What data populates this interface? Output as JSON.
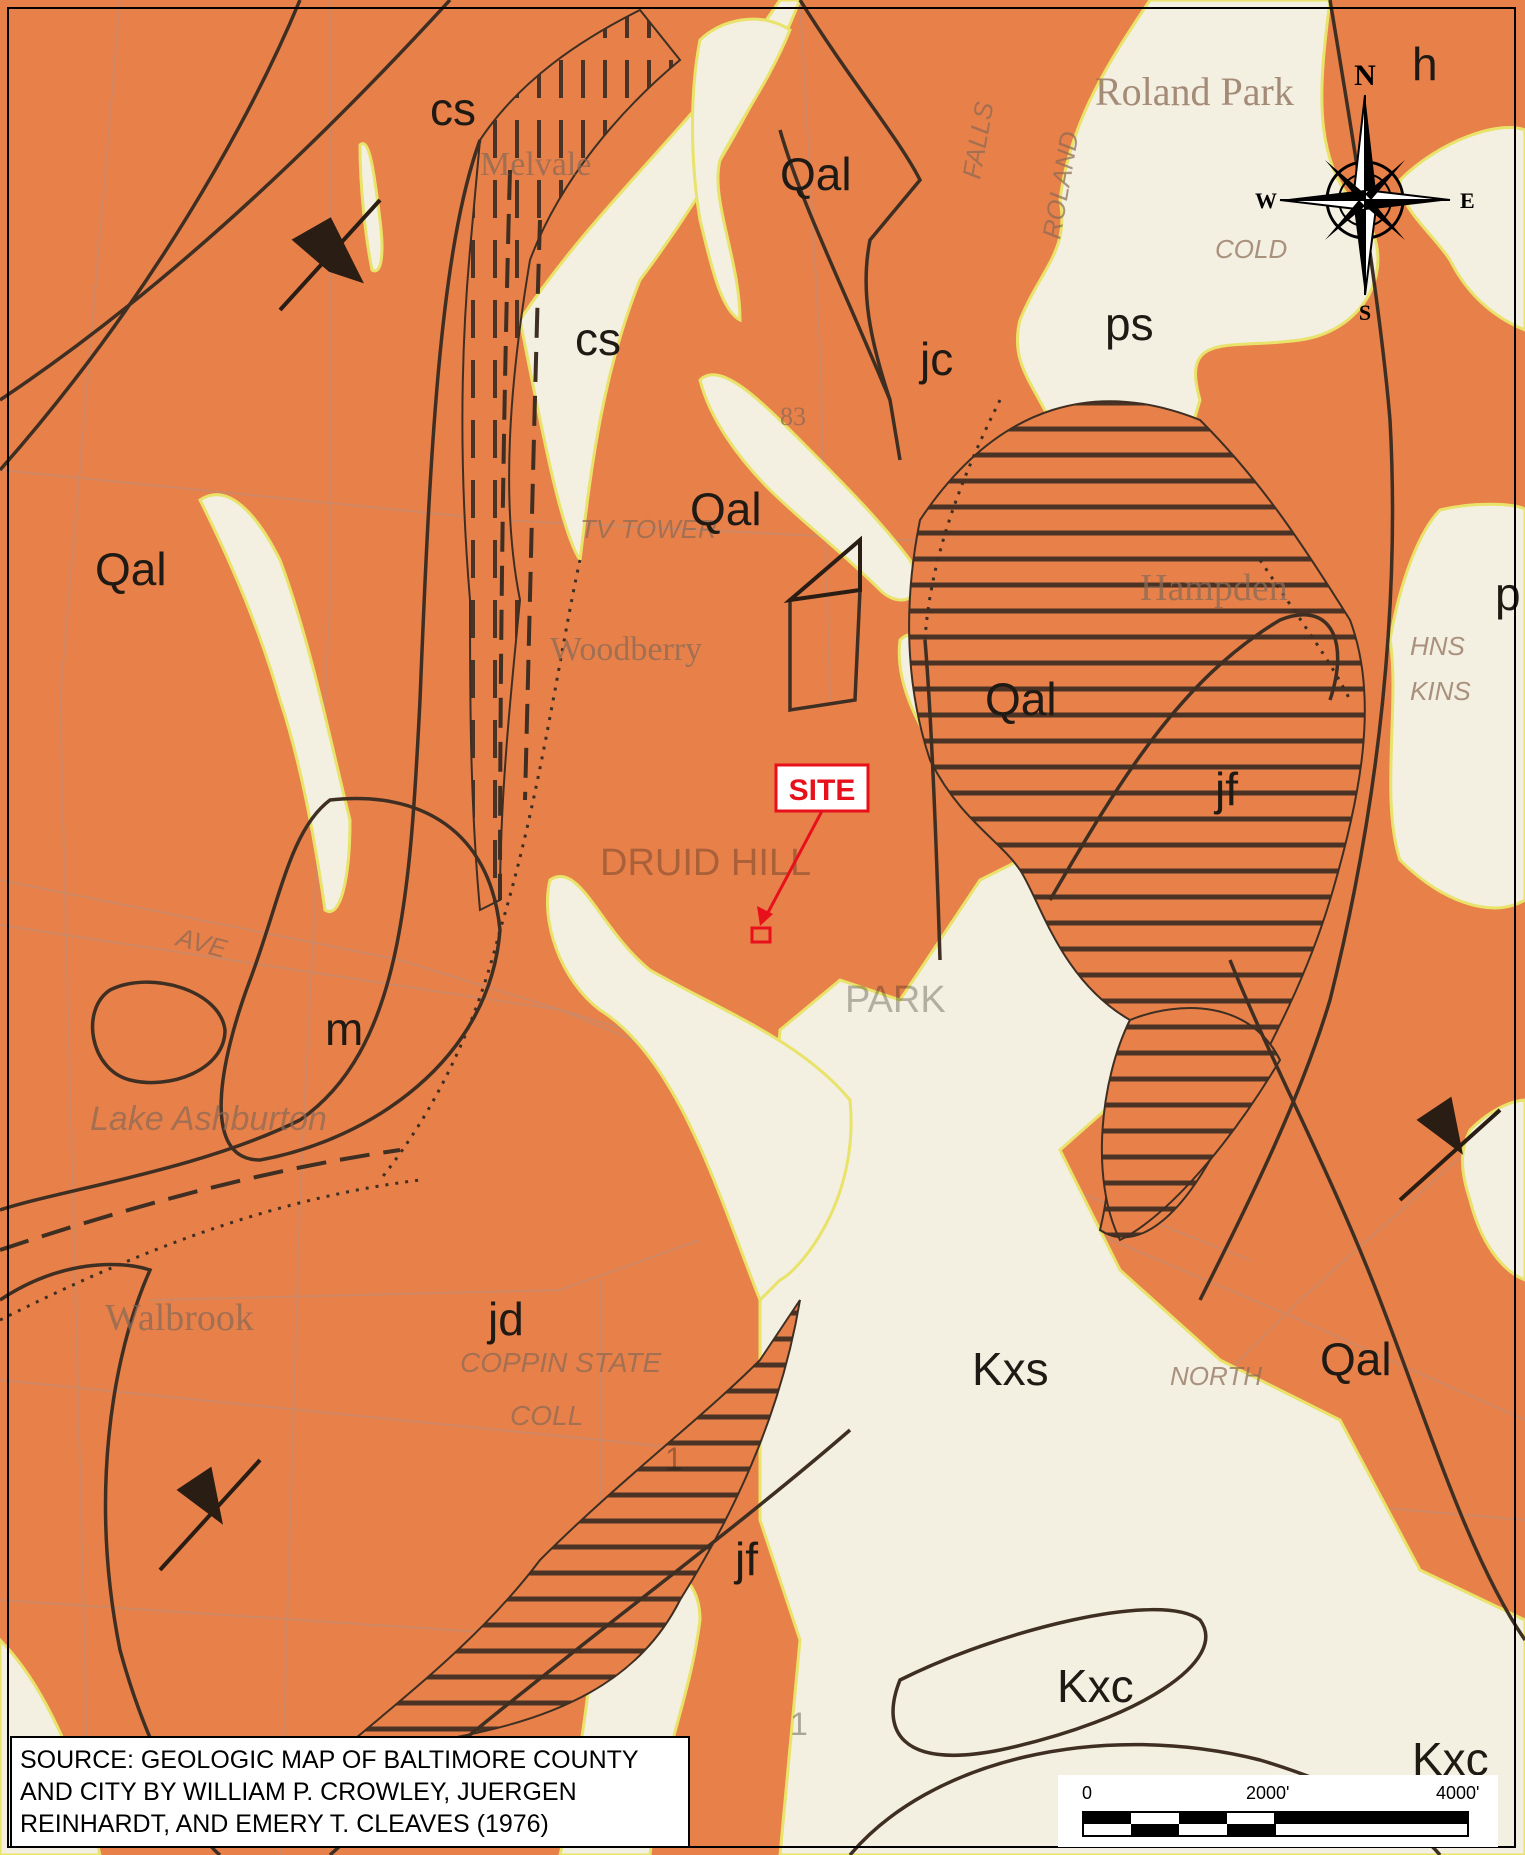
{
  "map": {
    "colors": {
      "bedrock_orange": "#e8804a",
      "coastal_plain_cream": "#f3efe1",
      "contact_line": "#3f2f22",
      "site_red": "#e8101a",
      "basemap_lines": "#c98a6a",
      "contact_yellow_edge": "#e9e36a"
    },
    "site_label": "SITE",
    "unit_labels": {
      "cs_top": "cs",
      "cs_mid": "cs",
      "h": "h",
      "qal_1": "Qal",
      "qal_2": "Qal",
      "qal_3": "Qal",
      "qal_4": "Qal",
      "qal_5": "Qal",
      "jc": "jc",
      "ps": "ps",
      "p_edge": "p",
      "jf_1": "jf",
      "jf_2": "jf",
      "m": "m",
      "jd": "jd",
      "kxs": "Kxs",
      "kxc_1": "Kxc",
      "kxc_2": "Kxc"
    },
    "place_labels": {
      "melvale": "Melvale",
      "roland_park": "Roland Park",
      "tv_tower": "TV TOWER",
      "woodberry": "Woodberry",
      "druid_hill": "DRUID HILL",
      "park": "PARK",
      "hampden": "Hampden",
      "lake_ashburton": "Lake Ashburton",
      "walbrook": "Walbrook",
      "coppin_state": "COPPIN STATE",
      "coll": "COLL",
      "north": "NORTH",
      "falls": "FALLS",
      "roland": "ROLAND",
      "cold": "COLD",
      "ave": "AVE",
      "hns": "HNS",
      "kins": "KINS",
      "route_1a": "1",
      "route_1b": "1",
      "route_83": "83"
    },
    "compass": {
      "n": "N",
      "s": "S",
      "e": "E",
      "w": "W"
    },
    "scale": {
      "labels": [
        "0",
        "2000'",
        "4000'"
      ]
    },
    "source": {
      "lines": [
        "SOURCE: GEOLOGIC MAP OF BALTIMORE COUNTY",
        "AND CITY BY WILLIAM P. CROWLEY, JUERGEN",
        "REINHARDT, AND EMERY T. CLEAVES (1976)"
      ]
    }
  }
}
